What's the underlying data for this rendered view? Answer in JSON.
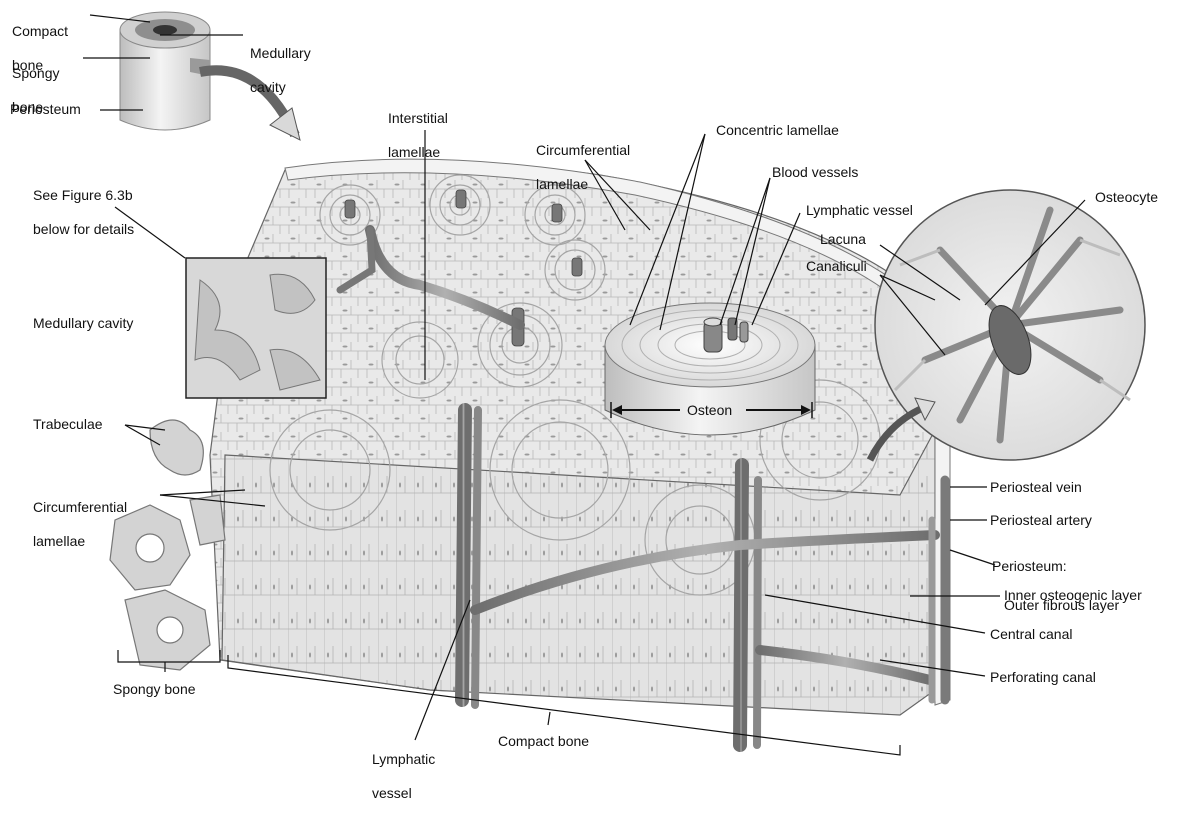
{
  "labels": {
    "compact_bone_inset": [
      "Compact",
      "bone"
    ],
    "spongy_bone_inset": [
      "Spongy",
      "bone"
    ],
    "periosteum_inset": "Periosteum",
    "medullary_cavity_inset": [
      "Medullary",
      "cavity"
    ],
    "interstitial_lamellae": [
      "Interstitial",
      "lamellae"
    ],
    "circumferential_lamellae_top": [
      "Circumferential",
      "lamellae"
    ],
    "concentric_lamellae": "Concentric lamellae",
    "blood_vessels": "Blood vessels",
    "lymphatic_vessel_top": "Lymphatic vessel",
    "osteocyte": "Osteocyte",
    "lacuna": "Lacuna",
    "canaliculi": "Canaliculi",
    "see_figure": [
      "See Figure 6.3b",
      "below for details"
    ],
    "medullary_cavity": "Medullary cavity",
    "osteon": "Osteon",
    "trabeculae": "Trabeculae",
    "circumferential_lamellae_left": [
      "Circumferential",
      "lamellae"
    ],
    "periosteal_vein": "Periosteal vein",
    "periosteal_artery": "Periosteal artery",
    "periosteum_layers": [
      "Periosteum:",
      "Outer fibrous layer"
    ],
    "inner_osteogenic_layer": "Inner osteogenic layer",
    "central_canal": "Central canal",
    "perforating_canal": "Perforating canal",
    "spongy_bone": "Spongy bone",
    "compact_bone": "Compact bone",
    "lymphatic_vessel_bottom": [
      "Lymphatic",
      "vessel"
    ]
  },
  "colors": {
    "bone_fill": "#e6e6e6",
    "bone_shadow": "#bdbdbd",
    "vessel": "#8a8a8a",
    "outline": "#555555"
  }
}
